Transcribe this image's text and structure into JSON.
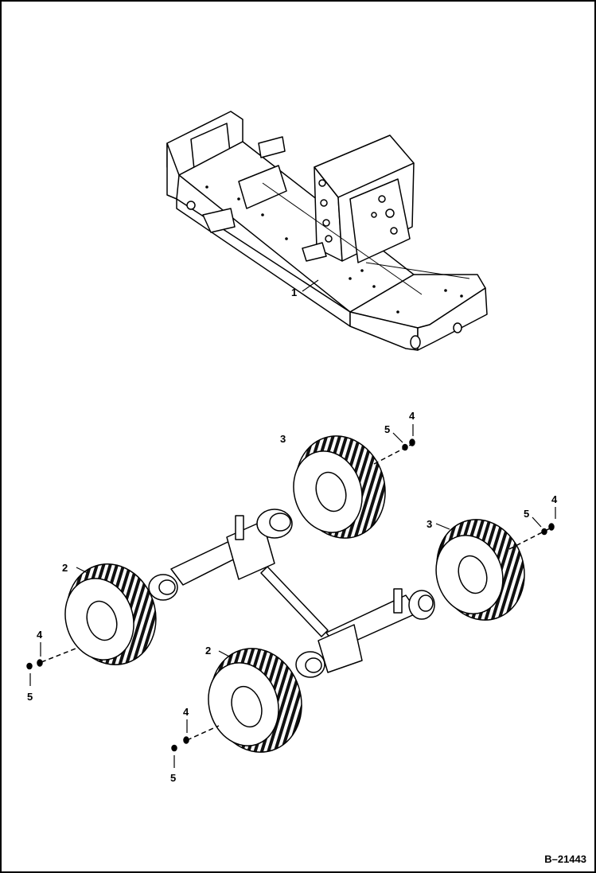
{
  "drawing_number": "B–21443",
  "callouts": {
    "frame": "1",
    "front_tire_left": "2",
    "front_tire_right": "2",
    "rear_tire_left": "3",
    "rear_tire_right": "3",
    "lug_nut": "4",
    "washer": "5"
  },
  "colors": {
    "line": "#000000",
    "background": "#ffffff",
    "tread": "#111111"
  }
}
